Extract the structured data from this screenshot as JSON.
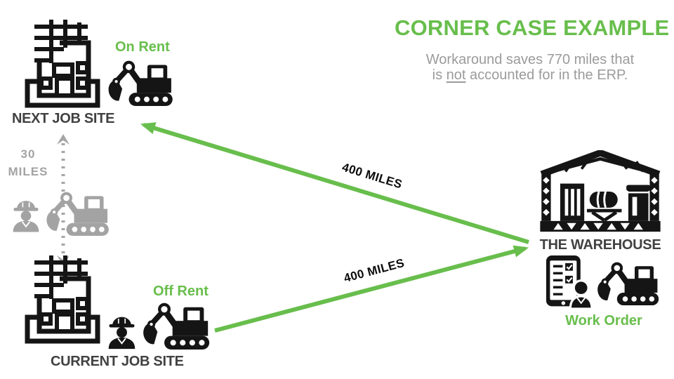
{
  "palette": {
    "accent_green": "#68be4c",
    "label_dark": "#414141",
    "subtitle_gray": "#9b9b9b",
    "icon_gray": "#a3a3a3",
    "icon_black": "#151515",
    "route_black": "#0d0d0d"
  },
  "header": {
    "title": "CORNER CASE EXAMPLE",
    "subtitle_line1": "Workaround saves 770 miles that",
    "subtitle_line2_prefix": "is ",
    "subtitle_line2_underlined": "not",
    "subtitle_line2_suffix": " accounted for in the ERP."
  },
  "next_job_site": {
    "label": "NEXT JOB SITE",
    "status": "On Rent"
  },
  "current_job_site": {
    "label": "CURRENT JOB SITE",
    "status": "Off Rent"
  },
  "warehouse": {
    "label": "THE WAREHOUSE",
    "caption": "Work Order"
  },
  "routes": {
    "warehouse_to_next": {
      "label": "400 MILES"
    },
    "current_to_warehouse": {
      "label": "400 MILES"
    },
    "current_to_next": {
      "value": "30",
      "unit": "MILES"
    }
  },
  "icons": {
    "next_site": [
      "construction-building-icon",
      "excavator-icon"
    ],
    "between_sites": [
      "construction-worker-icon",
      "excavator-icon",
      "dotted-distance-arrow"
    ],
    "current_site": [
      "construction-building-icon",
      "construction-worker-icon",
      "excavator-icon"
    ],
    "warehouse": [
      "warehouse-icon",
      "work-order-tablet-icon",
      "excavator-icon"
    ],
    "arrows": [
      "green-route-arrow",
      "green-route-arrow"
    ]
  }
}
